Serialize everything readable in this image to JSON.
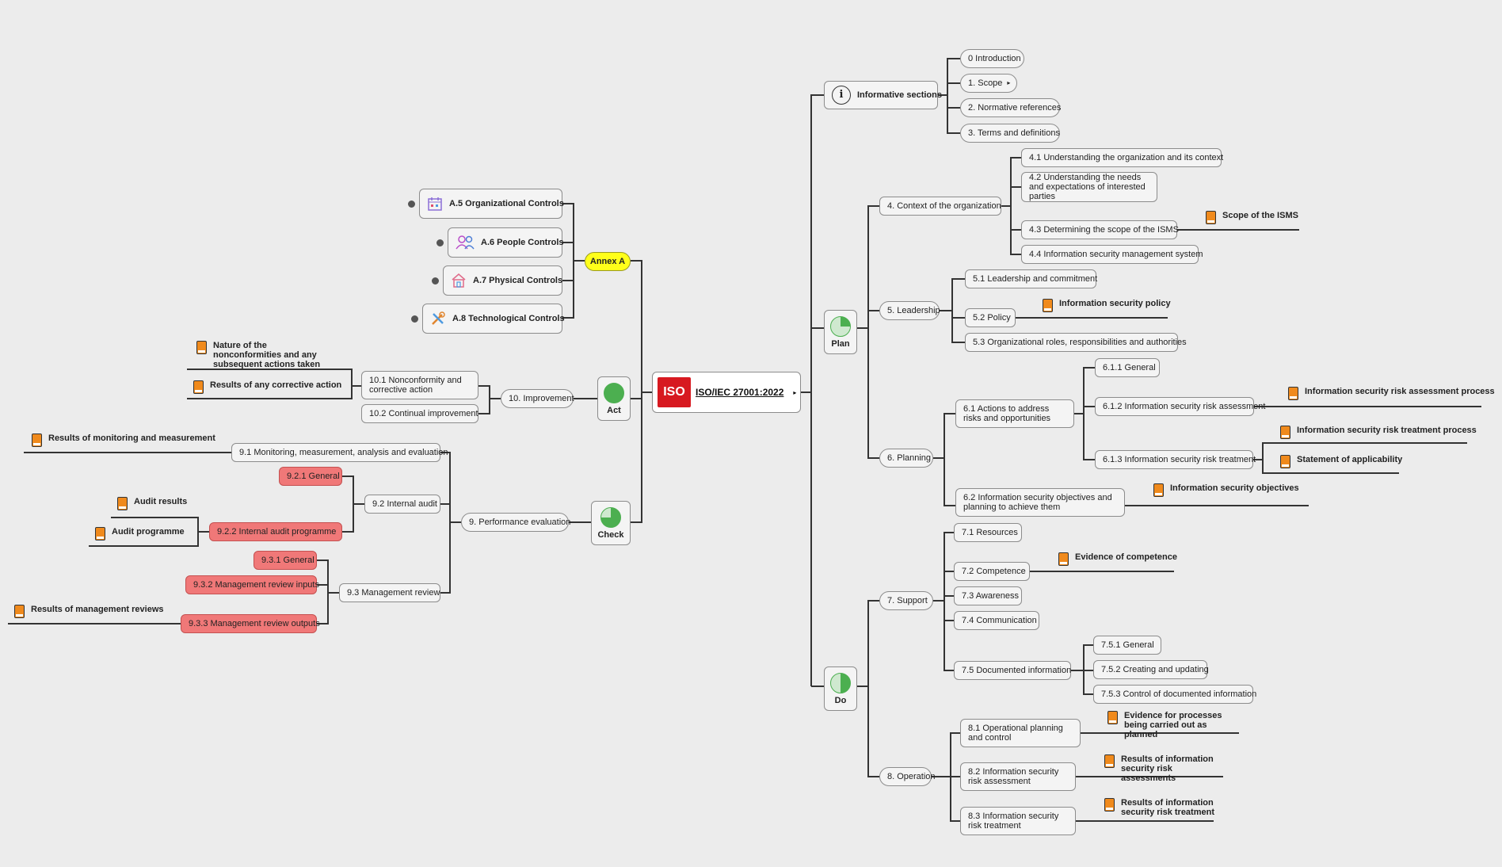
{
  "root": {
    "logo": "ISO",
    "title": "ISO/IEC 27001:2022"
  },
  "phases": {
    "plan": "Plan",
    "do": "Do",
    "check": "Check",
    "act": "Act"
  },
  "informative": {
    "label": "Informative sections",
    "items": [
      "0 Introduction",
      "1. Scope",
      "2. Normative references",
      "3. Terms and definitions"
    ]
  },
  "context": {
    "label": "4. Context of the organization",
    "items": [
      "4.1 Understanding the organization and its context",
      "4.2 Understanding the needs and expectations of interested parties",
      "4.3 Determining the scope of the ISMS",
      "4.4 Information security management system"
    ],
    "doc_scope": "Scope of the ISMS"
  },
  "leadership": {
    "label": "5. Leadership",
    "items": [
      "5.1 Leadership and commitment",
      "5.2 Policy",
      "5.3 Organizational roles, responsibilities and authorities"
    ],
    "doc_policy": "Information security policy"
  },
  "planning": {
    "label": "6. Planning",
    "actions": "6.1 Actions to address risks and opportunities",
    "sub": [
      "6.1.1 General",
      "6.1.2 Information security risk assessment",
      "6.1.3 Information security risk treatment"
    ],
    "objectives": "6.2 Information security objectives and planning to achieve them",
    "docs": [
      "Information security risk assessment process",
      "Information security risk treatment process",
      "Statement of applicability",
      "Information security objectives"
    ]
  },
  "support": {
    "label": "7. Support",
    "items": [
      "7.1 Resources",
      "7.2 Competence",
      "7.3 Awareness",
      "7.4 Communication",
      "7.5 Documented information"
    ],
    "sub": [
      "7.5.1 General",
      "7.5.2 Creating and updating",
      "7.5.3 Control of documented information"
    ],
    "doc_competence": "Evidence of competence"
  },
  "operation": {
    "label": "8. Operation",
    "items": [
      "8.1 Operational planning and control",
      "8.2 Information security risk assessment",
      "8.3 Information security risk treatment"
    ],
    "docs": [
      "Evidence for processes being carried out as planned",
      "Results of information security risk assessments",
      "Results of information security risk treatment"
    ]
  },
  "annex": {
    "label": "Annex A",
    "items": [
      "A.5 Organizational Controls",
      "A.6 People Controls",
      "A.7 Physical Controls",
      "A.8 Technological Controls"
    ],
    "icons": [
      "calendar-icon",
      "people-icon",
      "building-icon",
      "tools-icon"
    ]
  },
  "improvement": {
    "label": "10. Improvement",
    "items": [
      "10.1 Nonconformity and corrective action",
      "10.2 Continual improvement"
    ],
    "docs": [
      "Nature of the nonconformities and any subsequent actions taken",
      "Results of any corrective action"
    ]
  },
  "performance": {
    "label": "9. Performance evaluation",
    "monitoring": "9.1 Monitoring, measurement, analysis and evaluation",
    "audit": "9.2 Internal audit",
    "audit_sub": [
      "9.2.1 General",
      "9.2.2 Internal audit programme"
    ],
    "review": "9.3 Management review",
    "review_sub": [
      "9.3.1 General",
      "9.3.2 Management review inputs",
      "9.3.3 Management review outputs"
    ],
    "docs": {
      "monitoring": "Results of monitoring and measurement",
      "audit_results": "Audit results",
      "audit_programme": "Audit programme",
      "review_results": "Results of management reviews"
    }
  },
  "colors": {
    "background": "#ececec",
    "highlight": "#f07878",
    "annex": "#ffff1a",
    "iso_red": "#d71920",
    "document": "#f08a1c",
    "pie": "#4caf50"
  }
}
